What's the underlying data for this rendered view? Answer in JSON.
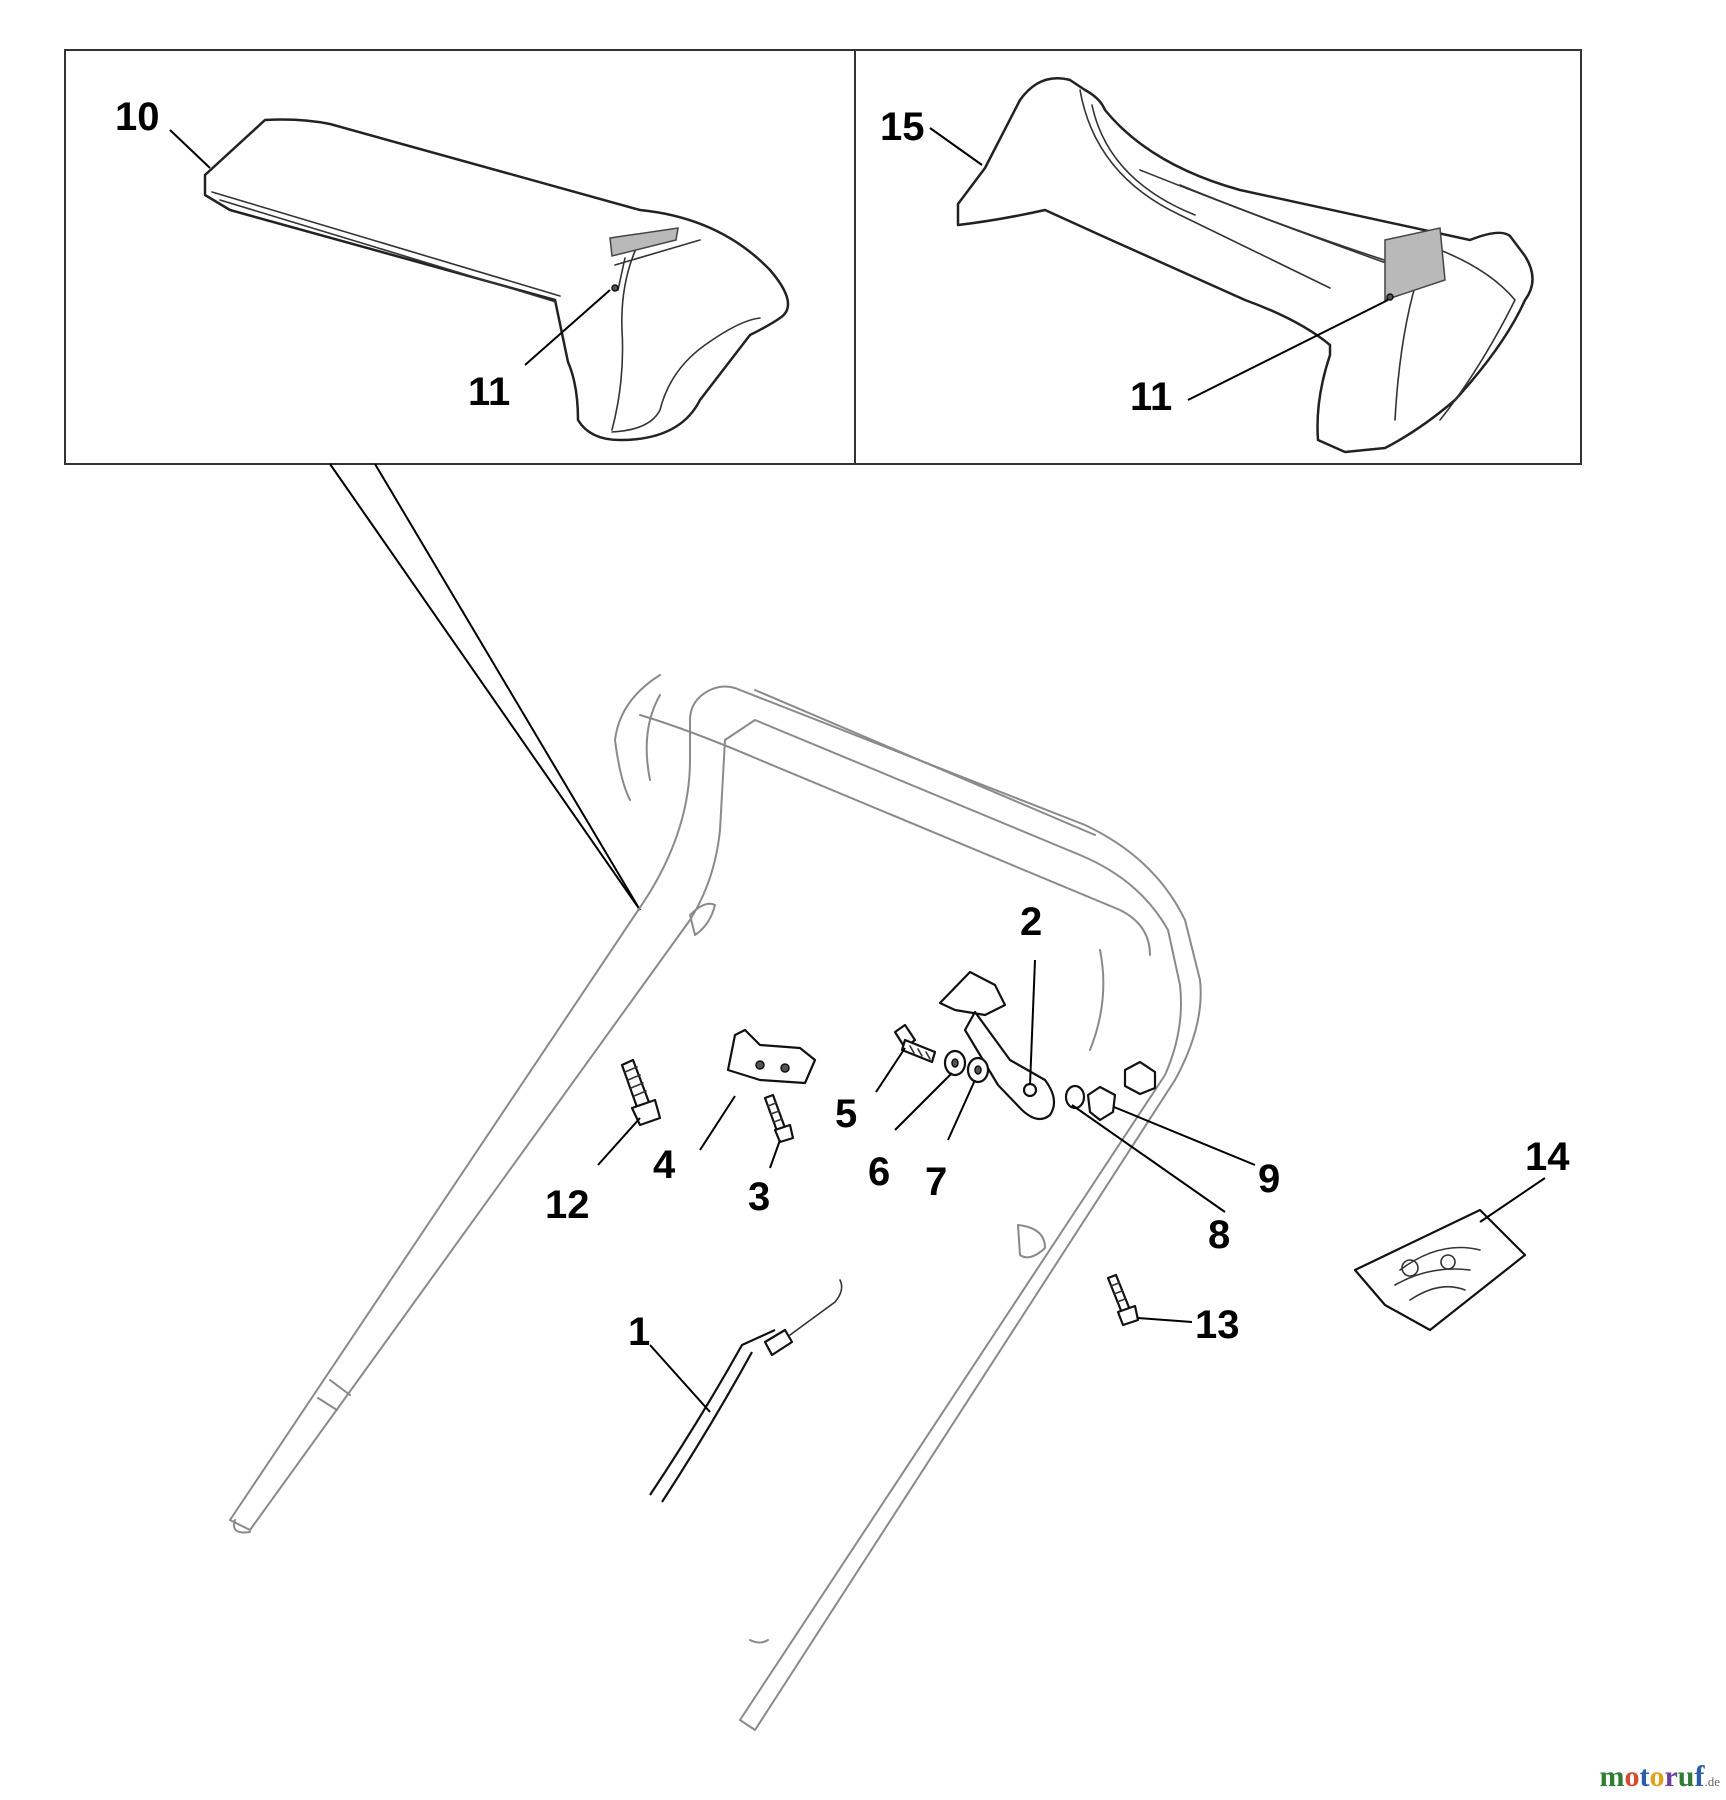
{
  "callouts": {
    "c1": "1",
    "c2": "2",
    "c3": "3",
    "c4": "4",
    "c5": "5",
    "c6": "6",
    "c7": "7",
    "c8": "8",
    "c9": "9",
    "c10": "10",
    "c11a": "11",
    "c11b": "11",
    "c12": "12",
    "c13": "13",
    "c14": "14",
    "c15": "15"
  },
  "watermark": {
    "brand": "motoruf",
    "suffix": ".de",
    "colors": {
      "m": "#2f7d32",
      "o1": "#d64b2a",
      "t": "#2a5db0",
      "o2": "#e0a21a",
      "r": "#6a3fa0",
      "u": "#2f7d32",
      "f": "#2a5db0"
    }
  }
}
